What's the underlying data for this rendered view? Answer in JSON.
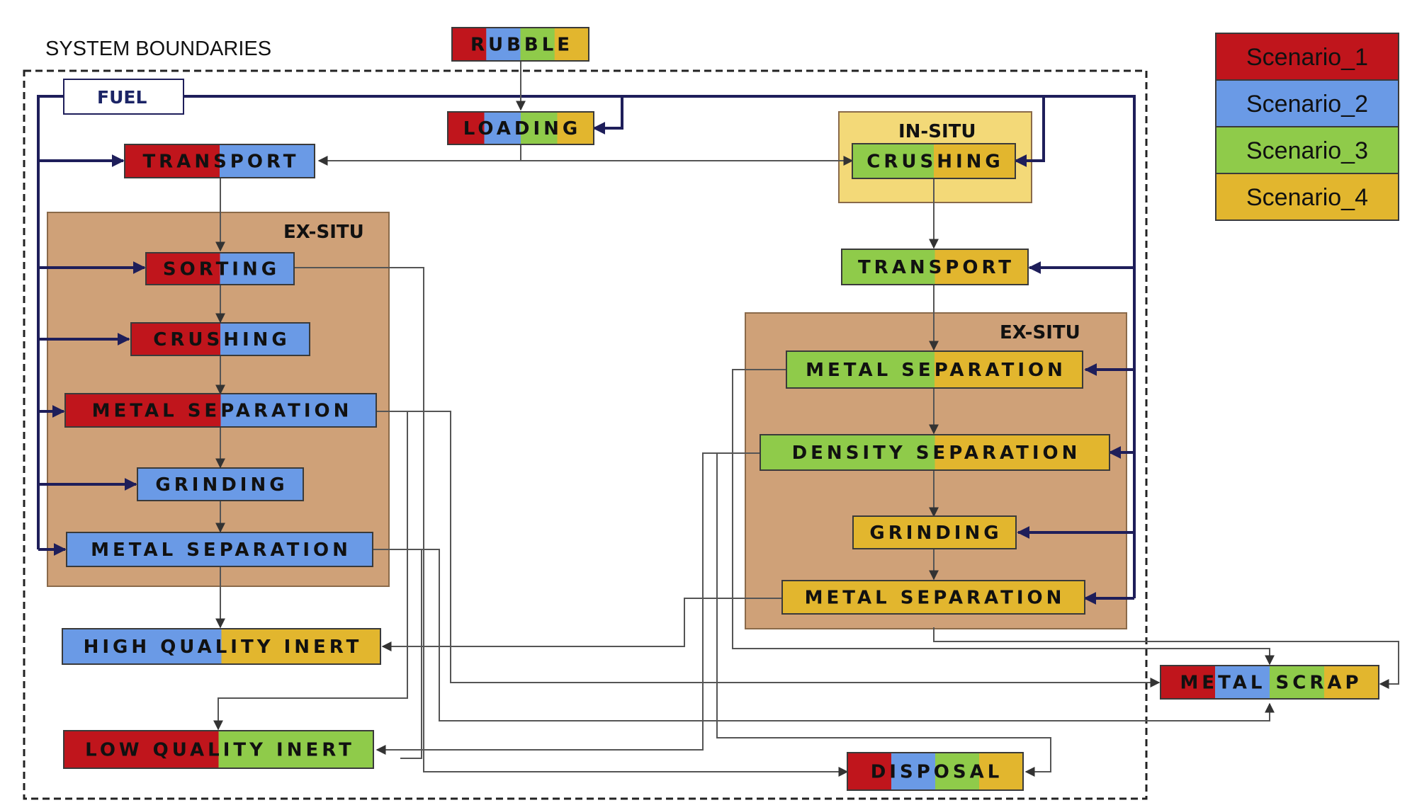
{
  "title": "SYSTEM BOUNDARIES",
  "fuel_label": "FUEL",
  "regions": {
    "in_situ": "IN-SITU",
    "ex_situ_left": "EX-SITU",
    "ex_situ_right": "EX-SITU"
  },
  "colors": {
    "scenario_1": "#c0151c",
    "scenario_2": "#6a9ae6",
    "scenario_3": "#8fcb4a",
    "scenario_4": "#e2b62e",
    "ex_situ_fill": "#cfa178",
    "in_situ_fill": "#f3d978",
    "fuel_line": "#1e1e5a"
  },
  "legend": [
    {
      "label": "Scenario_1",
      "color": "#c0151c"
    },
    {
      "label": "Scenario_2",
      "color": "#6a9ae6"
    },
    {
      "label": "Scenario_3",
      "color": "#8fcb4a"
    },
    {
      "label": "Scenario_4",
      "color": "#e2b62e"
    }
  ],
  "processes": {
    "rubble": {
      "label": "RUBBLE",
      "scenarios": [
        "scenario_1",
        "scenario_2",
        "scenario_3",
        "scenario_4"
      ]
    },
    "loading": {
      "label": "LOADING",
      "scenarios": [
        "scenario_1",
        "scenario_2",
        "scenario_3",
        "scenario_4"
      ]
    },
    "transport_left": {
      "label": "TRANSPORT",
      "scenarios": [
        "scenario_1",
        "scenario_2"
      ]
    },
    "crushing_insitu": {
      "label": "CRUSHING",
      "scenarios": [
        "scenario_3",
        "scenario_4"
      ]
    },
    "transport_right": {
      "label": "TRANSPORT",
      "scenarios": [
        "scenario_3",
        "scenario_4"
      ]
    },
    "sorting": {
      "label": "SORTING",
      "scenarios": [
        "scenario_1",
        "scenario_2"
      ]
    },
    "crushing_left": {
      "label": "CRUSHING",
      "scenarios": [
        "scenario_1",
        "scenario_2"
      ]
    },
    "metal_sep_left_1": {
      "label": "METAL SEPARATION",
      "scenarios": [
        "scenario_1",
        "scenario_2"
      ]
    },
    "grinding_left": {
      "label": "GRINDING",
      "scenarios": [
        "scenario_2"
      ]
    },
    "metal_sep_left_2": {
      "label": "METAL SEPARATION",
      "scenarios": [
        "scenario_2"
      ]
    },
    "metal_sep_right_1": {
      "label": "METAL SEPARATION",
      "scenarios": [
        "scenario_3",
        "scenario_4"
      ]
    },
    "density_sep": {
      "label": "DENSITY SEPARATION",
      "scenarios": [
        "scenario_3",
        "scenario_4"
      ]
    },
    "grinding_right": {
      "label": "GRINDING",
      "scenarios": [
        "scenario_4"
      ]
    },
    "metal_sep_right_2": {
      "label": "METAL SEPARATION",
      "scenarios": [
        "scenario_4"
      ]
    },
    "high_quality_inert": {
      "label": "HIGH QUALITY INERT",
      "scenarios": [
        "scenario_2",
        "scenario_4"
      ]
    },
    "low_quality_inert": {
      "label": "LOW QUALITY INERT",
      "scenarios": [
        "scenario_1",
        "scenario_3"
      ]
    },
    "metal_scrap": {
      "label": "METAL SCRAP",
      "scenarios": [
        "scenario_1",
        "scenario_2",
        "scenario_3",
        "scenario_4"
      ]
    },
    "disposal": {
      "label": "DISPOSAL",
      "scenarios": [
        "scenario_1",
        "scenario_2",
        "scenario_3",
        "scenario_4"
      ]
    }
  }
}
